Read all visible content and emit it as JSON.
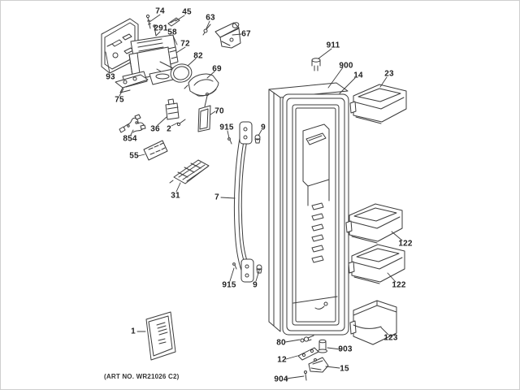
{
  "diagram": {
    "art_no": "(ART NO. WR21026 C2)",
    "ink_color": "#3b3b3b",
    "background": "#ffffff",
    "callouts": [
      {
        "part": "74"
      },
      {
        "part": "45"
      },
      {
        "part": "63"
      },
      {
        "part": "67"
      },
      {
        "part": "291"
      },
      {
        "part": "58"
      },
      {
        "part": "72"
      },
      {
        "part": "82"
      },
      {
        "part": "69"
      },
      {
        "part": "93"
      },
      {
        "part": "75"
      },
      {
        "part": "70"
      },
      {
        "part": "36"
      },
      {
        "part": "2"
      },
      {
        "part": "915"
      },
      {
        "part": "9"
      },
      {
        "part": "854"
      },
      {
        "part": "55"
      },
      {
        "part": "31"
      },
      {
        "part": "7"
      },
      {
        "part": "915"
      },
      {
        "part": "9"
      },
      {
        "part": "911"
      },
      {
        "part": "900"
      },
      {
        "part": "14"
      },
      {
        "part": "23"
      },
      {
        "part": "122"
      },
      {
        "part": "122"
      },
      {
        "part": "123"
      },
      {
        "part": "80"
      },
      {
        "part": "903"
      },
      {
        "part": "12"
      },
      {
        "part": "15"
      },
      {
        "part": "904"
      },
      {
        "part": "1"
      }
    ]
  }
}
